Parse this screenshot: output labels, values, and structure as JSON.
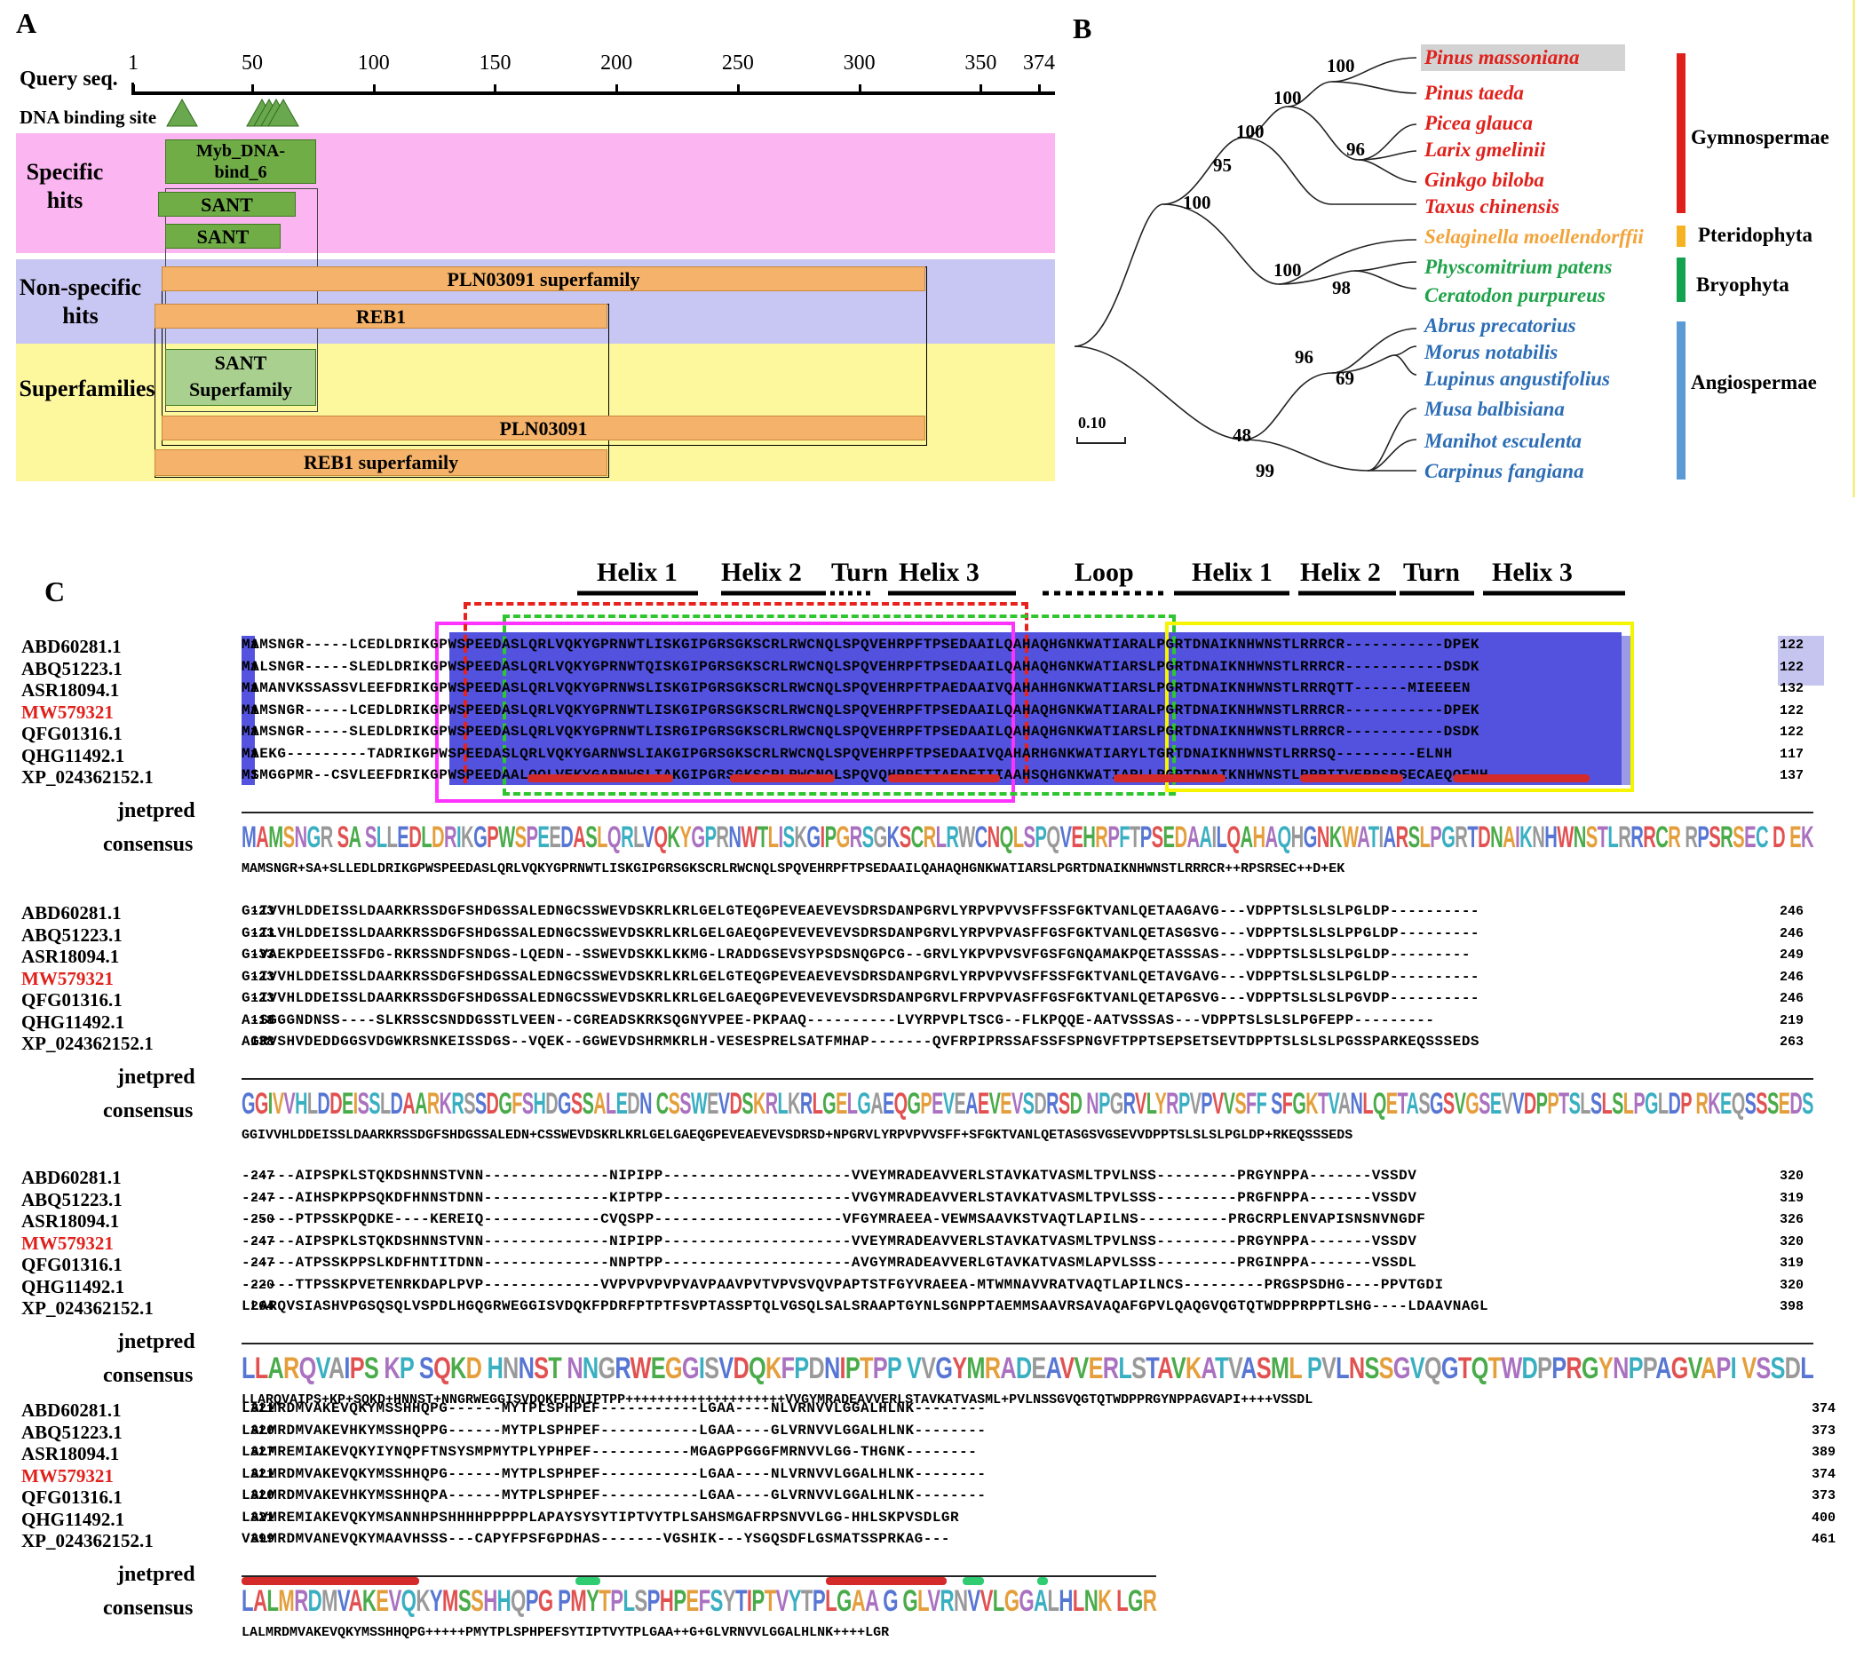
{
  "panelA": {
    "letter": "A",
    "query_label": "Query seq.",
    "axis_ticks": [
      "1",
      "50",
      "100",
      "150",
      "200",
      "250",
      "300",
      "350",
      "374"
    ],
    "dna_binding_label": "DNA binding site",
    "specific_label": "Specific\nhits",
    "nonspecific_label": "Non-specific\nhits",
    "superfamilies_label": "Superfamilies",
    "hits": {
      "myb": "Myb_DNA-\nbind_6",
      "sant1": "SANT",
      "sant2": "SANT",
      "pln_super": "PLN03091 superfamily",
      "reb1": "REB1",
      "sant_super": "SANT\nSuperfamily",
      "pln": "PLN03091",
      "reb1_super": "REB1 superfamily"
    },
    "colors": {
      "specific": "#fbb6f1",
      "nonspecific": "#c8c6f2",
      "superfamilies": "#fdf79e",
      "hit_green": "#70ad47",
      "hit_orange": "#f4b26a"
    }
  },
  "panelB": {
    "letter": "B",
    "scale_label": "0.10",
    "species": [
      {
        "name": "Pinus massoniana",
        "color": "#e0201b",
        "highlight": true
      },
      {
        "name": "Pinus taeda",
        "color": "#e0201b"
      },
      {
        "name": "Picea glauca",
        "color": "#e0201b"
      },
      {
        "name": "Larix gmelinii",
        "color": "#e0201b"
      },
      {
        "name": "Ginkgo biloba",
        "color": "#e0201b"
      },
      {
        "name": "Taxus chinensis",
        "color": "#e0201b"
      },
      {
        "name": "Selaginella moellendorffii",
        "color": "#f2a33a"
      },
      {
        "name": "Physcomitrium patens",
        "color": "#1fa24a"
      },
      {
        "name": "Ceratodon purpureus",
        "color": "#1fa24a"
      },
      {
        "name": "Abrus precatorius",
        "color": "#2c6db5"
      },
      {
        "name": "Morus notabilis",
        "color": "#2c6db5"
      },
      {
        "name": "Lupinus angustifolius",
        "color": "#2c6db5"
      },
      {
        "name": "Musa balbisiana",
        "color": "#2c6db5"
      },
      {
        "name": "Manihot esculenta",
        "color": "#2c6db5"
      },
      {
        "name": "Carpinus fangiana",
        "color": "#2c6db5"
      }
    ],
    "bootstraps": [
      "100",
      "100",
      "100",
      "96",
      "95",
      "100",
      "100",
      "98",
      "96",
      "69",
      "48",
      "99"
    ],
    "clades": [
      {
        "name": "Gymnospermae",
        "color": "#e0201b"
      },
      {
        "name": "Pteridophyta",
        "color": "#f5b324"
      },
      {
        "name": "Bryophyta",
        "color": "#13a24f"
      },
      {
        "name": "Angiospermae",
        "color": "#5b9bd5"
      }
    ]
  },
  "panelC": {
    "letter": "C",
    "structure_labels": [
      "Helix 1",
      "Helix 2",
      "Turn",
      "Helix 3",
      "Loop",
      "Helix 1",
      "Helix 2",
      "Turn",
      "Helix 3"
    ],
    "row_labels": {
      "jnetpred": "jnetpred",
      "consensus": "consensus"
    },
    "blocks": [
      {
        "rows": [
          {
            "name": "ABD60281.1",
            "start": "1",
            "seq": "MAMSNGR-----LCEDLDRIKGPWSPEEDASLQRLVQKYGPRNWTLISKGIPGRSGKSCRLRWCNQLSPQVEHRPFTPSEDAAILQAHAQHGNKWATIARALPGRTDNAIKNHWNSTLRRRCR-----------DPEK",
            "end": "122"
          },
          {
            "name": "ABQ51223.1",
            "start": "1",
            "seq": "MALSNGR-----SLEDLDRIKGPWSPEEDASLQRLVQKYGPRNWTQISKGIPGRSGKSCRLRWCNQLSPQVEHRPFTPSEDAAILQAHAQHGNKWATIARSLPGRTDNAIKNHWNSTLRRRCR-----------DSDK",
            "end": "122"
          },
          {
            "name": "ASR18094.1",
            "start": "1",
            "seq": "MAMANVKSSASSVLEEFDRIKGPWSPEEDASLQRLVQKYGPRNWSLISKGIPGRSGKSCRLRWCNQLSPQVEHRPFTPAEDAAIVQAHAHHGNKWATIARSLPGRTDNAIKNHWNSTLRRRQTT------MIEEEEN",
            "end": "132"
          },
          {
            "name": "MW579321",
            "start": "1",
            "seq": "MAMSNGR-----LCEDLDRIKGPWSPEEDASLQRLVQKYGPRNWTLISKGIPGRSGKSCRLRWCNQLSPQVEHRPFTPSEDAAILQAHAQHGNKWATIARALPGRTDNAIKNHWNSTLRRRCR-----------DPEK",
            "end": "122",
            "red": true
          },
          {
            "name": "QFG01316.1",
            "start": "1",
            "seq": "MAMSNGR-----SLEDLDRIKGPWSPEEDASLQRLVQKYGPRNWTLISRGIPGRSGKSCRLRWCNQLSPQVEHRPFTPSEDAAILQAHAQHGNKWATIARSLPGRTDNAIKNHWNSTLRRRCR-----------DSDK",
            "end": "122"
          },
          {
            "name": "QHG11492.1",
            "start": "1",
            "seq": "MAEKG---------TADRIKGPWSPEEDASLQRLVQKYGARNWSLIAKGIPGRSGKSCRLRWCNQLSPQVEHRPFTPSEDAAIVQAHARHGNKWATIARYLTGRTDNAIKNHWNSTLRRRSQ---------ELNH",
            "end": "117"
          },
          {
            "name": "XP_024362152.1",
            "start": "1",
            "seq": "MSMGGPMR--CSVLEEFDRIKGPWSPEEDAALQQLVEKYGARNWSLIAKGIPGRSGKSCRLRWCNQLSPQVQHRPFTTAEDETIIAAHSQHGNKWATIARLLPGRTDNAIKNHWNSTLRRRITVERPSRSECAEQQFNH",
            "end": "137"
          }
        ],
        "consensus": "MAMSNGR+SA+SLLEDLDRIKGPWSPEEDASLQRLVQKYGPRNWTLISKGIPGRSGKSCRLRWCNQLSPQVEHRPFTPSEDAAILQAHAQHGNKWATIARSLPGRTDNAIKNHWNSTLRRRCR++RPSRSEC++D+EK"
      },
      {
        "rows": [
          {
            "name": "ABD60281.1",
            "start": "123",
            "seq": "G-IVVHLDDEISSLDAARKRSSDGFSHDGSSALEDNGCSSWEVDSKRLKRLGELGTEQGPEVEAEVEVSDRSDANPGRVLYRPVPVVSFFSSFGKTVANLQETAAGAVG---VDPPTSLSLSLPGLDP----------",
            "end": "246"
          },
          {
            "name": "ABQ51223.1",
            "start": "123",
            "seq": "G-ILVHLDDEISSLDAARKRSSDGFSHDGSSALEDNGCSSWEVDSKRLKRLGELGAEQGPEVEVEVEVSDRSDANPGRVLYRPVPVASFFGSFGKTVANLQETASGSVG---VDPPTSLSLSLPPGLDP---------",
            "end": "246"
          },
          {
            "name": "ASR18094.1",
            "start": "133",
            "seq": "G-VAEKPDEEISSFDG-RKRSSNDFSNDGS-LQEDN--SSWEVDSKKLKKMG-LRADDGSEVSYPSDSNQGPCG--GRVLYKPVPVSVFGSFGNQAMAKPQETASSSAS---VDPPTSLSLSLPGLDP---------",
            "end": "249"
          },
          {
            "name": "MW579321",
            "start": "123",
            "seq": "G-IVVHLDDEISSLDAARKRSSDGFSHDGSSALEDNGCSSWEVDSKRLKRLGELGTEQGPEVEAEVEVSDRSDANPGRVLYRPVPVVSFFSSFGKTVANLQETAVGAVG---VDPPTSLSLSLPGLDP----------",
            "end": "246",
            "red": true
          },
          {
            "name": "QFG01316.1",
            "start": "123",
            "seq": "G-IVVHLDDEISSLDAARKRSSDGFSHDGSSALEDNGCSSWEVDSKRLKRLGELGAEQGPEVEVEVEVSDRSDANPGRVLFRPVPVASFFGSFGKTVANLQETAPGSVG---VDPPTSLSLSLPGVDP----------",
            "end": "246"
          },
          {
            "name": "QHG11492.1",
            "start": "118",
            "seq": "A-SGGGNDNSS----SLKRSSCSNDDGSSTLVEEN--CGREADSKRKSQGNYVPEE-PKPAAQ----------LVYRPVPLTSCG--FLKPQQE-AATVSSSAS---VDPPTSLSLSLPGFEPP---------",
            "end": "219"
          },
          {
            "name": "XP_024362152.1",
            "start": "138",
            "seq": "AGRVSHVDEDDGGSVDGWKRSNKEISSDGS--VQEK--GGWEVDSHRMKRLH-VESESPRELSATFMHAP-------QVFRPIPRSSAFSSFSPNGVFTPPTSEPSETSEVTDPPTSLSLSLPGSSPARKEQSSSEDS",
            "end": "263"
          }
        ],
        "consensus": "GGIVVHLDDEISSLDAARKRSSDGFSHDGSSALEDN+CSSWEVDSKRLKRLGELGAEQGPEVEAEVEVSDRSD+NPGRVLYRPVPVVSFF+SFGKTVANLQETASGSVGSEVVDPPTSLSLSLPGLDP+RKEQSSSEDS"
      },
      {
        "rows": [
          {
            "name": "ABD60281.1",
            "start": "247",
            "seq": "------AIPSPKLSTQKDSHNNSTVNN--------------NIPIPP---------------------VVEYMRADEAVVERLSTAVKATVASMLTPVLNSS---------PRGYNPPA-------VSSDV",
            "end": "320"
          },
          {
            "name": "ABQ51223.1",
            "start": "247",
            "seq": "------AIHSPKPPSQKDFHNNSTDNN--------------KIPTPP---------------------VVGYMRADEAVVERLSTAVKATVASMLTPVLSSS---------PRGFNPPA-------VSSDV",
            "end": "319"
          },
          {
            "name": "ASR18094.1",
            "start": "250",
            "seq": "------PTPSSKPQDKE----KEREIQ-------------CVQSPP---------------------VFGYMRAEEA-VEWMSAAVKSTVAQTLAPILNS----------PRGCRPLENVAPISNSNVNGDF",
            "end": "326"
          },
          {
            "name": "MW579321",
            "start": "247",
            "seq": "------AIPSPKLSTQKDSHNNSTVNN--------------NIPIPP---------------------VVEYMRADEAVVERLSTAVKATVASMLTPVLNSS---------PRGYNPPA-------VSSDV",
            "end": "320",
            "red": true
          },
          {
            "name": "QFG01316.1",
            "start": "247",
            "seq": "------ATPSSKPPSLKDFHNTITDNN--------------NNPTPP---------------------AVGYMRADEAVVERLGTAVKATVASMLAPVLSSS---------PRGINPPA-------VSSDL",
            "end": "319"
          },
          {
            "name": "QHG11492.1",
            "start": "220",
            "seq": "------TTPSSKPVETENRKDAPLPVP-------------VVPVPVPVPVAVPAAVPVTVPVSVQVPAPTSTFGYVRAEEA-MTWMNAVVRATVAQTLAPILNCS---------PRGSPSDHG----PPVTGDI",
            "end": "320"
          },
          {
            "name": "XP_024362152.1",
            "start": "264",
            "seq": "LLARQVSIASHVPGSQSQLVSPDLHGQGRWEGGISVDQKFPDRFPTPTFSVPTASSPTQLVGSQLSALSRAAPTGYNLSGNPPTAEMMSAAVRSAVAQAFGPVLQAQGVQGTQTWDPPRPPTLSHG----LDAAVNAGL",
            "end": "398"
          }
        ],
        "consensus": "LLARQVAIPS+KP+SQKD+HNNST+NNGRWEGGISVDQKFPDNIPTPP++++++++++++++++++++VVGYMRADEAVVERLSTAVKATVASML+PVLNSSGVQGTQTWDPPRGYNPPAGVAPI++++VSSDL"
      },
      {
        "rows": [
          {
            "name": "ABD60281.1",
            "start": "321",
            "seq": "LALMRDMVAKEVQKYMSSHHQPG------MYTPLSPHPEF-----------LGAA----NLVRNVVLGGALHLNK--------",
            "end": "374"
          },
          {
            "name": "ABQ51223.1",
            "start": "320",
            "seq": "LALMRDMVAKEVHKYMSSHQPPG------MYTPLSPHPEF-----------LGAA----GLVRNVVLGGALHLNK--------",
            "end": "373"
          },
          {
            "name": "ASR18094.1",
            "start": "327",
            "seq": "LALMREMIAKEVQKYIYNQPFTNSYSMPMYTPLYPHPEF-----------MGAGPPGGGFMRNVVLGG-THGNK--------",
            "end": "389"
          },
          {
            "name": "MW579321",
            "start": "321",
            "seq": "LALMRDMVAKEVQKYMSSHHQPG------MYTPLSPHPEF-----------LGAA----NLVRNVVLGGALHLNK--------",
            "end": "374",
            "red": true
          },
          {
            "name": "QFG01316.1",
            "start": "320",
            "seq": "LALMRDMVAKEVHKYMSSHHQPA------MYTPLSPHPEF-----------LGAA----GLVRNVVLGGALHLNK--------",
            "end": "373"
          },
          {
            "name": "QHG11492.1",
            "start": "321",
            "seq": "LAVMREMIAKEVQKYMSANNHPSHHHHPPPPPLAPAYSYSYTIPTVYTPLSAHSMGAFRPSNVVLGG-HHLSKPVSDLGR",
            "end": "400"
          },
          {
            "name": "XP_024362152.1",
            "start": "399",
            "seq": "VALMRDMVANEVQKYMAAVHSSS---CAPYFPSFGPDHAS-------VGSHIK---YSGQSDFLGSMATSSPRKAG---",
            "end": "461"
          }
        ],
        "consensus": "LALMRDMVAKEVQKYMSSHHQPG+++++PMYTPLSPHPEFSYTIPTVYTPLGAA++G+GLVRNVVLGGALHLNK++++LGR"
      }
    ]
  }
}
